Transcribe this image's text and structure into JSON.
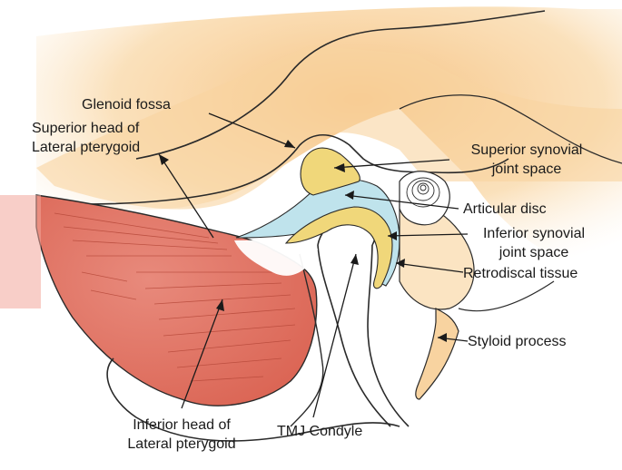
{
  "labels": {
    "glenoid_fossa": "Glenoid  fossa",
    "superior_head_1": "Superior head of",
    "superior_head_2": "Lateral pterygoid",
    "superior_synovial_1": "Superior synovial",
    "superior_synovial_2": "joint space",
    "articular_disc": "Articular disc",
    "inferior_synovial_1": "Inferior synovial",
    "inferior_synovial_2": "joint space",
    "retrodiscal_tissue": "Retrodiscal tissue",
    "styloid_process": "Styloid process",
    "inferior_head_1": "Inferior head of",
    "inferior_head_2": "Lateral pterygoid",
    "tmj_condyle": "TMJ Condyle"
  },
  "colors": {
    "bone": "#f7c98c",
    "bone_light": "#fbe0b6",
    "muscle": "#e5786a",
    "muscle_dark": "#c95446",
    "disc": "#f0d77a",
    "synovial": "#bfe3ec",
    "outline": "#2a2a2a"
  }
}
